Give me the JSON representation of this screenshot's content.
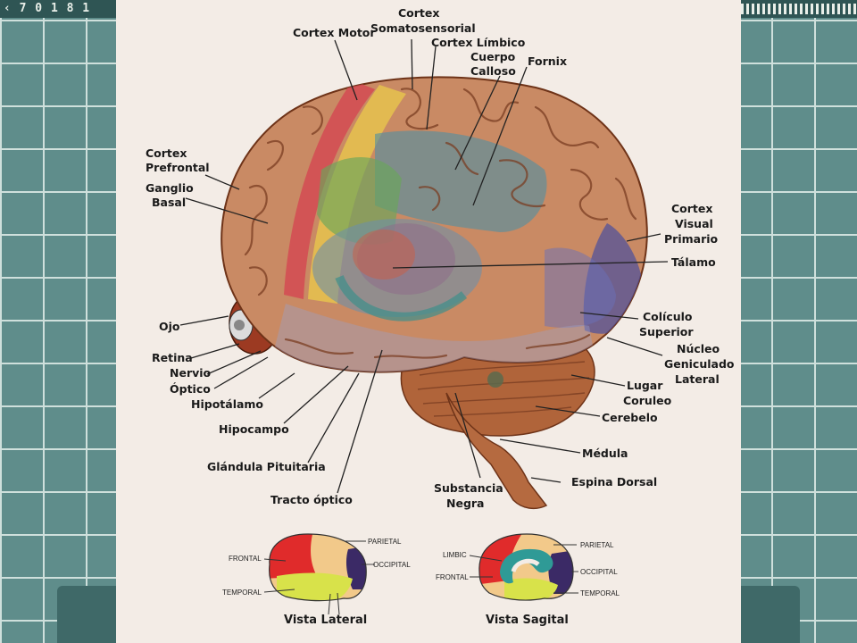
{
  "top_bar": {
    "title": "‹ 7 0 1 8 1"
  },
  "labels": {
    "cortex_motor": "Cortex Motor",
    "cortex_somato_1": "Cortex",
    "cortex_somato_2": "Somatosensorial",
    "cortex_limbico": "Cortex Límbico",
    "cuerpo_calloso_1": "Cuerpo",
    "cuerpo_calloso_2": "Calloso",
    "fornix": "Fornix",
    "cortex_prefrontal_1": "Cortex",
    "cortex_prefrontal_2": "Prefrontal",
    "ganglio_basal_1": "Ganglio",
    "ganglio_basal_2": "Basal",
    "cortex_visual_1": "Cortex",
    "cortex_visual_2": "Visual",
    "cortex_visual_3": "Primario",
    "talamo": "Tálamo",
    "ojo": "Ojo",
    "coliculo_1": "Colículo",
    "coliculo_2": "Superior",
    "retina": "Retina",
    "nervio_optico_1": "Nervio",
    "nervio_optico_2": "Óptico",
    "nucleo_geniculado_1": "Núcleo",
    "nucleo_geniculado_2": "Geniculado",
    "nucleo_geniculado_3": "Lateral",
    "hipotalamo": "Hipotálamo",
    "lugar_coruleo_1": "Lugar",
    "lugar_coruleo_2": "Coruleo",
    "hipocampo": "Hipocampo",
    "cerebelo": "Cerebelo",
    "medula": "Médula",
    "glandula_pituitaria": "Glándula Pituitaria",
    "substancia_negra_1": "Substancia",
    "substancia_negra_2": "Negra",
    "espina_dorsal": "Espina Dorsal",
    "tracto_optico": "Tracto óptico"
  },
  "lateral_view": {
    "frontal": "FRONTAL",
    "parietal": "PARIETAL",
    "occipital": "OCCIPITAL",
    "temporal": "TEMPORAL",
    "caption": "Vista Lateral"
  },
  "sagittal_view": {
    "limbic": "LIMBIC",
    "frontal": "FRONTAL",
    "parietal": "PARIETAL",
    "occipital": "OCCIPITAL",
    "temporal": "TEMPORAL",
    "caption": "Vista Sagital"
  },
  "colors": {
    "brain_base": "#c98a64",
    "motor": "#d44a52",
    "somatosensory": "#e6c24d",
    "frontal": "#e02b2b",
    "parietal": "#f2c98a",
    "occipital": "#3b2a66",
    "temporal": "#d8e24a",
    "limbic": "#2f9a96"
  }
}
